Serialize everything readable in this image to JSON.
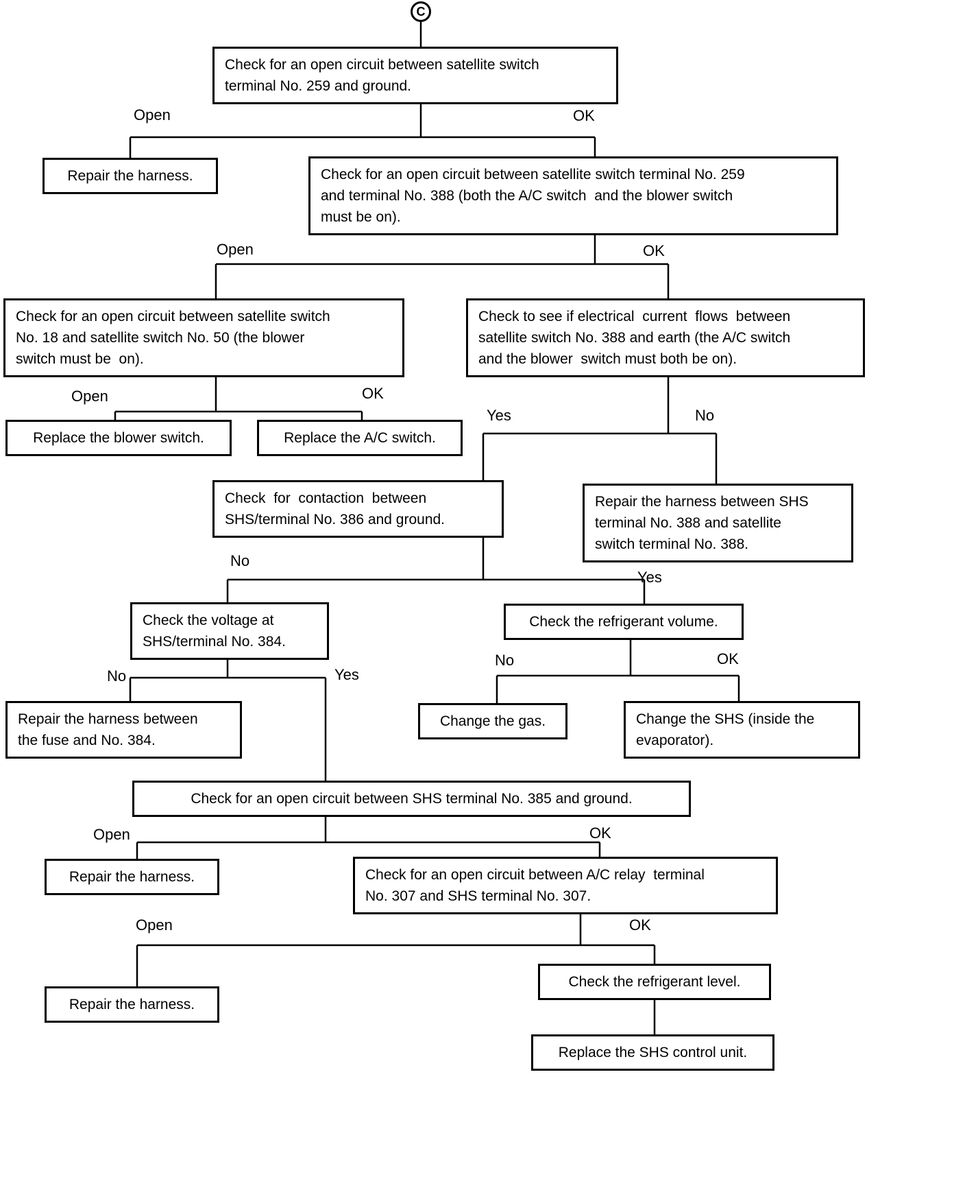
{
  "connector": {
    "label": "C"
  },
  "boxes": {
    "check_259_ground": "Check for an open circuit between satellite switch\nterminal No. 259 and ground.",
    "repair_harness_1": "Repair the harness.",
    "check_259_388": "Check for an open circuit between satellite switch terminal No. 259\nand terminal No. 388 (both the A/C switch  and the blower switch\nmust be on).",
    "check_18_50": "Check for an open circuit between satellite switch\nNo. 18 and satellite switch No. 50 (the blower\nswitch must be  on).",
    "check_current_388_earth": "Check to see if electrical  current  flows  between\nsatellite switch No. 388 and earth (the A/C switch\nand the blower  switch must both be on).",
    "replace_blower_switch": "Replace the blower switch.",
    "replace_ac_switch": "Replace the A/C switch.",
    "check_contaction_386": "Check  for  contaction  between\nSHS/terminal No. 386 and ground.",
    "repair_harness_shs_388": "Repair the harness between SHS\nterminal No. 388 and satellite\nswitch terminal No. 388.",
    "check_voltage_384": "Check the voltage at\nSHS/terminal No. 384.",
    "check_refrigerant_volume": "Check the refrigerant volume.",
    "repair_harness_fuse_384": "Repair the harness between\nthe fuse and No. 384.",
    "change_gas": "Change the gas.",
    "change_shs": "Change the SHS (inside the\nevaporator).",
    "check_385_ground": "Check for an open circuit between SHS terminal No. 385 and ground.",
    "repair_harness_2": "Repair the harness.",
    "check_307_307": "Check for an open circuit between A/C relay  terminal\nNo. 307 and SHS terminal No. 307.",
    "repair_harness_3": "Repair the harness.",
    "check_refrigerant_level": "Check the refrigerant level.",
    "replace_shs_control_unit": "Replace the SHS control unit."
  },
  "labels": {
    "open_1": "Open",
    "ok_1": "OK",
    "open_2": "Open",
    "ok_2": "OK",
    "open_3": "Open",
    "ok_3": "OK",
    "yes_1": "Yes",
    "no_1": "No",
    "no_2": "No",
    "yes_2": "Yes",
    "no_3": "No",
    "yes_3": "Yes",
    "no_4": "No",
    "ok_4": "OK",
    "open_4": "Open",
    "ok_5": "OK",
    "open_5": "Open",
    "ok_6": "OK"
  }
}
